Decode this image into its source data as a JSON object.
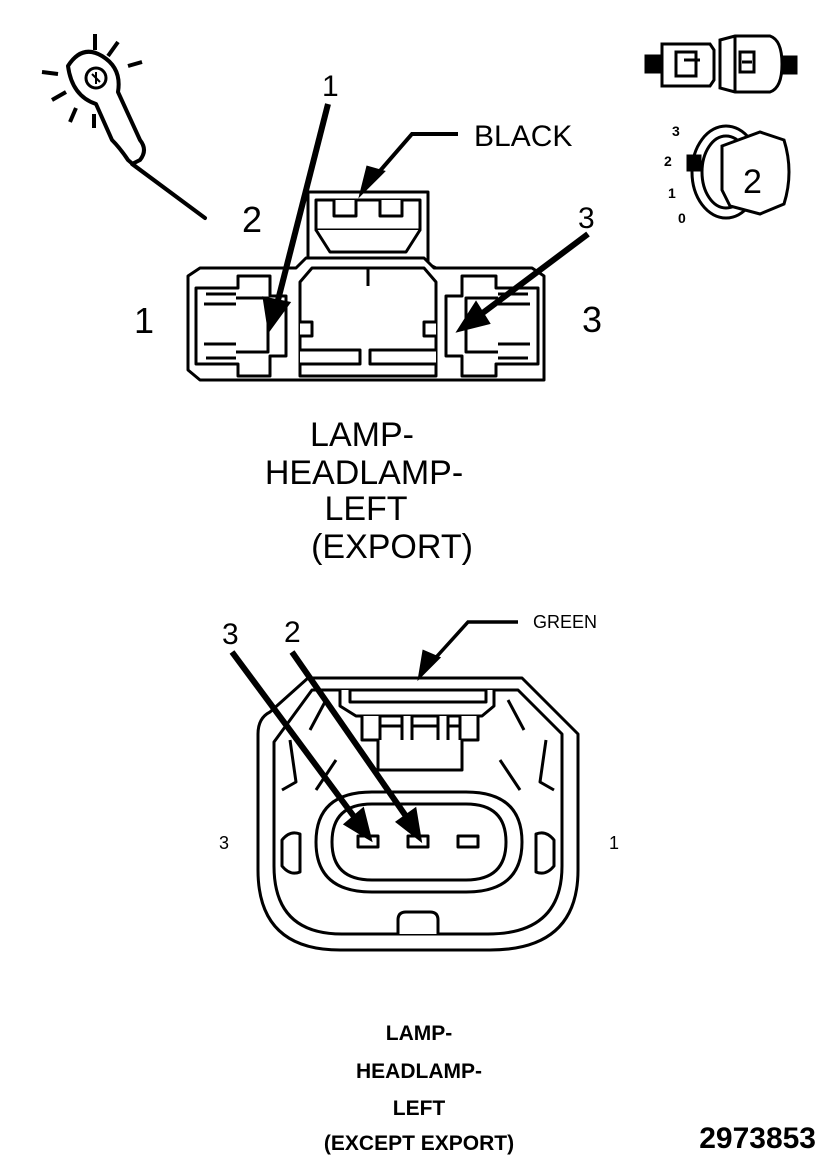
{
  "top_connector": {
    "color_label": "BLACK",
    "pin_callout_1": "1",
    "pin_callout_3": "3",
    "pin_label_left": "1",
    "pin_label_top": "2",
    "pin_label_right": "3",
    "caption_lines": [
      "LAMP-",
      "HEADLAMP-",
      "LEFT",
      "(EXPORT)"
    ]
  },
  "bottom_connector": {
    "color_label": "GREEN",
    "pin_callout_3": "3",
    "pin_callout_2": "2",
    "pin_label_left": "3",
    "pin_label_right": "1",
    "caption_lines": [
      "LAMP-",
      "HEADLAMP-",
      "LEFT",
      "(EXCEPT EXPORT)"
    ]
  },
  "ignition_key": {
    "scale_labels": [
      "3",
      "2",
      "1",
      "0"
    ],
    "position": "2"
  },
  "figure_number": "2973853",
  "icons": [
    "probe-icon",
    "connector-disconnect-icon",
    "ignition-key-icon"
  ]
}
